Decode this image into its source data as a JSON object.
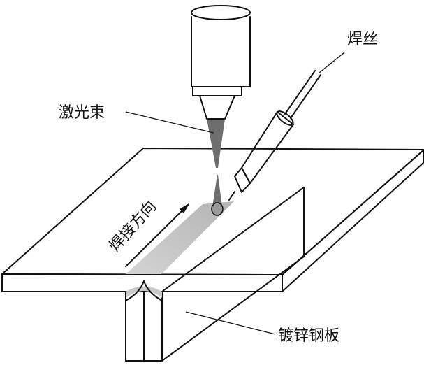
{
  "labels": {
    "laser_beam": "激光束",
    "filler_wire": "焊丝",
    "welding_direction": "焊接方向",
    "galvanized_steel": "镀锌钢板"
  },
  "colors": {
    "line": "#111111",
    "fill": "#ffffff",
    "seam": "#c4c4c4",
    "beam": "#6e6e6e",
    "pool": "#aaaaaa"
  }
}
